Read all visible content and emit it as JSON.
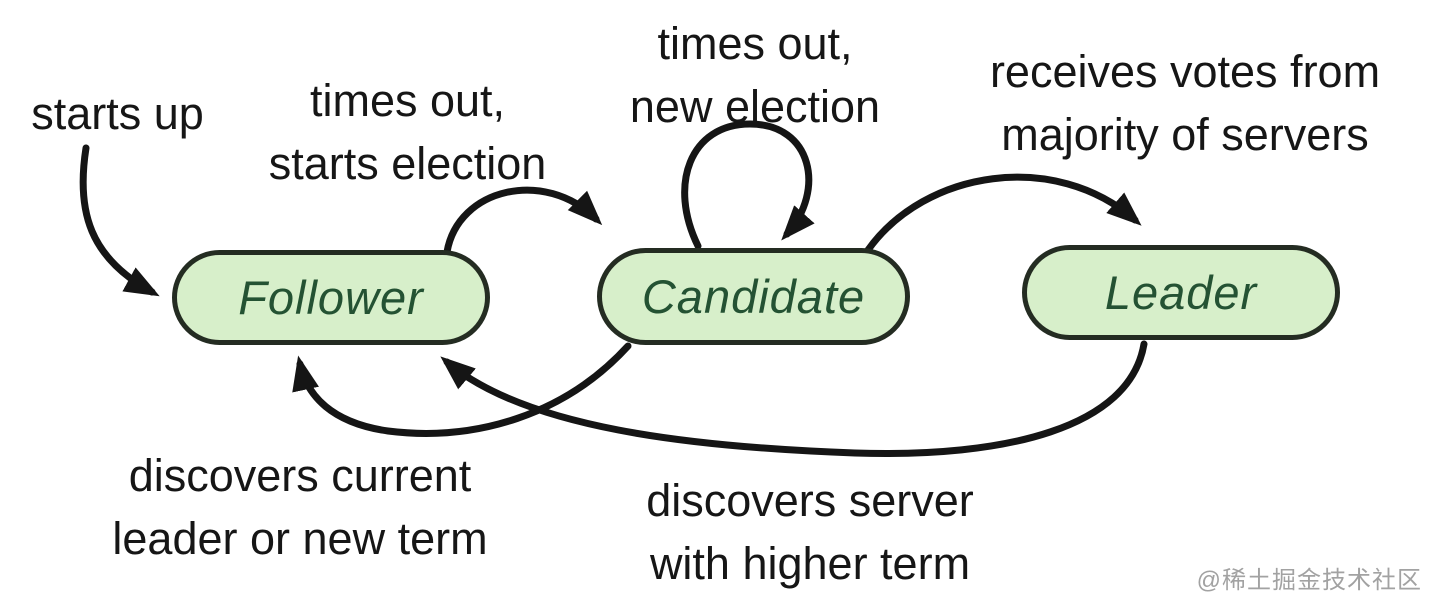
{
  "diagram": {
    "states": [
      {
        "id": "follower",
        "label": "Follower"
      },
      {
        "id": "candidate",
        "label": "Candidate"
      },
      {
        "id": "leader",
        "label": "Leader"
      }
    ],
    "transitions": [
      {
        "id": "starts-up",
        "from": "start",
        "to": "Follower",
        "label_lines": [
          "starts up"
        ]
      },
      {
        "id": "timeout-starts-election",
        "from": "Follower",
        "to": "Candidate",
        "label_lines": [
          "times out,",
          "starts election"
        ]
      },
      {
        "id": "timeout-new-election",
        "from": "Candidate",
        "to": "Candidate",
        "label_lines": [
          "times out,",
          "new election"
        ]
      },
      {
        "id": "receives-majority-votes",
        "from": "Candidate",
        "to": "Leader",
        "label_lines": [
          "receives votes from",
          "majority of servers"
        ]
      },
      {
        "id": "discovers-current-leader",
        "from": "Candidate",
        "to": "Follower",
        "label_lines": [
          "discovers current",
          "leader or new term"
        ]
      },
      {
        "id": "discovers-higher-term",
        "from": "Leader",
        "to": "Follower",
        "label_lines": [
          "discovers server",
          "with higher term"
        ]
      }
    ],
    "watermark": "@稀土掘金技术社区",
    "colors": {
      "background": "#ffffff",
      "state_fill": "#d7efca",
      "state_border": "#242c22",
      "state_text": "#245233",
      "label_text": "#161616",
      "arrow": "#151515",
      "watermark_text": "#a2a2a2"
    }
  }
}
